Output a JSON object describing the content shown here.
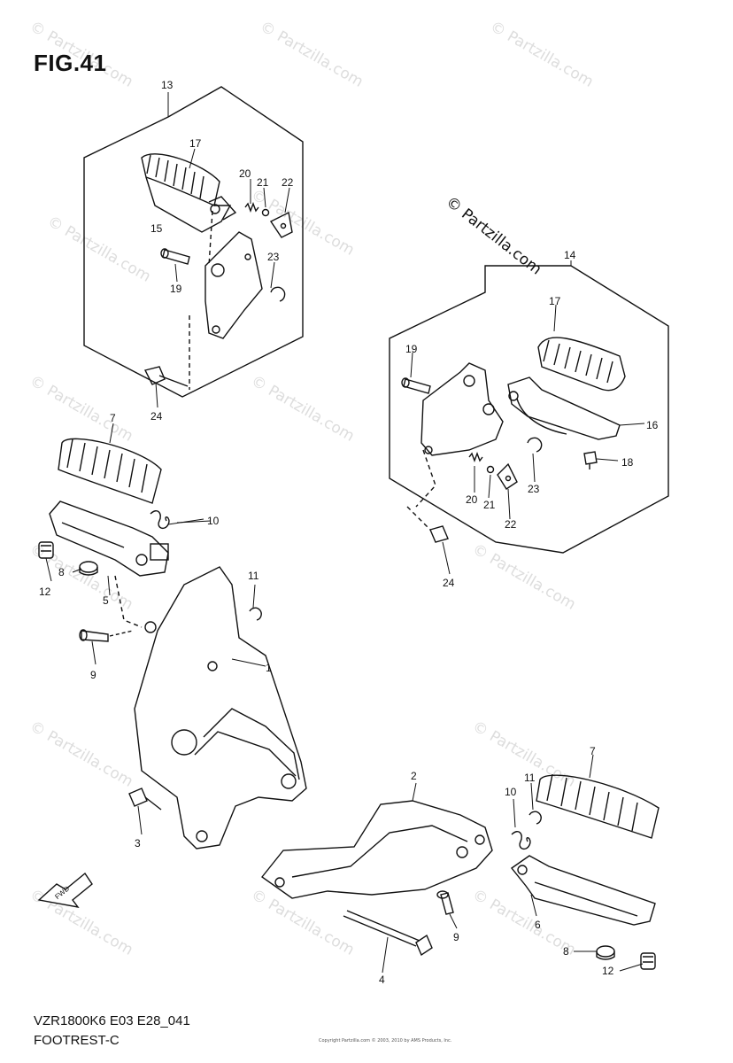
{
  "figure": {
    "title": "FIG.41",
    "model_code": "VZR1800K6 E03 E28_041",
    "section_name": "FOOTREST-C",
    "copyright_fine_print": "Copyright Partzilla.com © 2003, 2010 by AMS Products, Inc."
  },
  "watermark": {
    "text": "© Partzilla.com",
    "prominent_text": "© Partzilla.com"
  },
  "callouts": {
    "c13": "13",
    "c17a": "17",
    "c15": "15",
    "c20a": "20",
    "c21a": "21",
    "c22a": "22",
    "c19a": "19",
    "c23a": "23",
    "c24a": "24",
    "c14": "14",
    "c17b": "17",
    "c19b": "19",
    "c16": "16",
    "c18": "18",
    "c20b": "20",
    "c21b": "21",
    "c23b": "23",
    "c22b": "22",
    "c24b": "24",
    "c7a": "7",
    "c10a": "10",
    "c12a": "12",
    "c8a": "8",
    "c5": "5",
    "c11a": "11",
    "c1": "1",
    "c9a": "9",
    "c3": "3",
    "c2": "2",
    "c10b": "10",
    "c11b": "11",
    "c7b": "7",
    "c9b": "9",
    "c6": "6",
    "c8b": "8",
    "c4": "4",
    "c12b": "12"
  },
  "fwd_arrow_label": "FWD"
}
